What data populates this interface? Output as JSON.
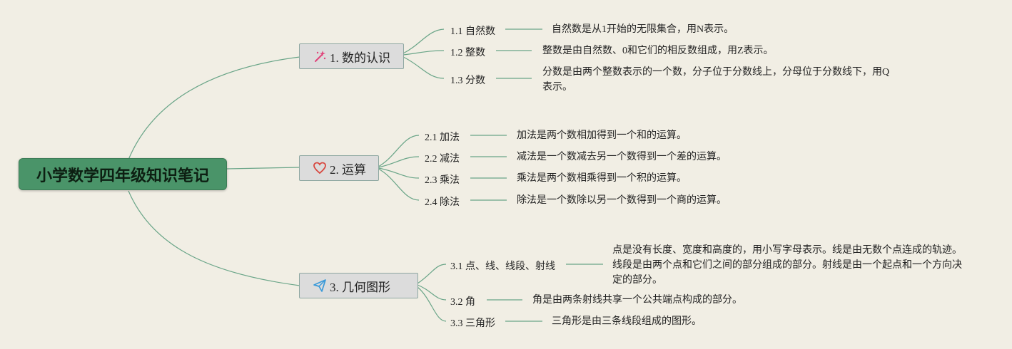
{
  "root": {
    "title": "小学数学四年级知识笔记"
  },
  "branches": [
    {
      "label": "1. 数的认识",
      "icon": "magic-wand-icon",
      "items": [
        {
          "label": "1.1 自然数",
          "desc": "自然数是从1开始的无限集合，用N表示。"
        },
        {
          "label": "1.2 整数",
          "desc": "整数是由自然数、0和它们的相反数组成，用Z表示。"
        },
        {
          "label": "1.3 分数",
          "desc": "分数是由两个整数表示的一个数，分子位于分数线上，分母位于分数线下，用Q表示。"
        }
      ]
    },
    {
      "label": "2. 运算",
      "icon": "heart-icon",
      "items": [
        {
          "label": "2.1 加法",
          "desc": "加法是两个数相加得到一个和的运算。"
        },
        {
          "label": "2.2 减法",
          "desc": "减法是一个数减去另一个数得到一个差的运算。"
        },
        {
          "label": "2.3 乘法",
          "desc": "乘法是两个数相乘得到一个积的运算。"
        },
        {
          "label": "2.4 除法",
          "desc": "除法是一个数除以另一个数得到一个商的运算。"
        }
      ]
    },
    {
      "label": "3. 几何图形",
      "icon": "paper-plane-icon",
      "items": [
        {
          "label": "3.1 点、线、线段、射线",
          "desc": "点是没有长度、宽度和高度的，用小写字母表示。线是由无数个点连成的轨迹。线段是由两个点和它们之间的部分组成的部分。射线是由一个起点和一个方向决定的部分。"
        },
        {
          "label": "3.2 角",
          "desc": "角是由两条射线共享一个公共端点构成的部分。"
        },
        {
          "label": "3.3 三角形",
          "desc": "三角形是由三条线段组成的图形。"
        }
      ]
    }
  ],
  "colors": {
    "background": "#f1eee4",
    "root": "#4a9469",
    "connector": "#6aa588",
    "branch_fill": "#dcdcdc"
  }
}
